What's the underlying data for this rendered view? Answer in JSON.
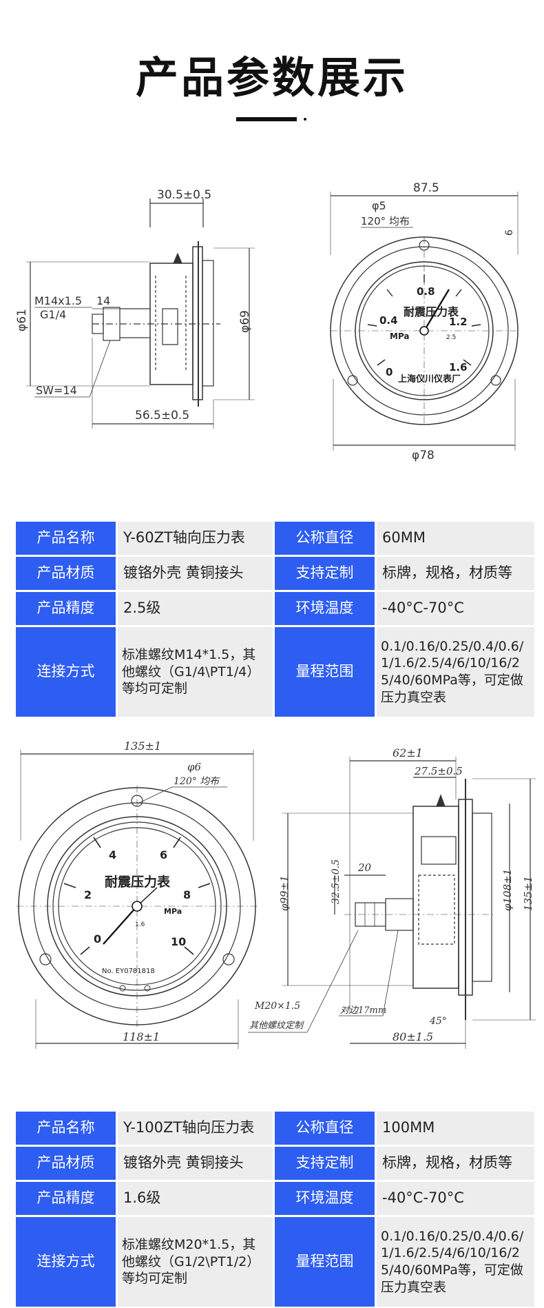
{
  "page": {
    "title": "产品参数展示"
  },
  "drawing1": {
    "side": {
      "top_dim": "30.5±0.5",
      "thread": "M14x1.5",
      "thread_alt": "G1/4",
      "thread_len": "14",
      "left_dia": "φ61",
      "right_dia": "φ69",
      "wrench": "SW=14",
      "bottom_dim": "56.5±0.5"
    },
    "front": {
      "width": "87.5",
      "hole": "φ5",
      "holes_note": "120° 均布",
      "offset": "6",
      "bottom_dia": "φ78",
      "dial_title": "耐震压力表",
      "unit": "MPa",
      "maker": "上海仪川仪表厂",
      "scale": [
        "0",
        "0.4",
        "0.8",
        "1.2",
        "1.6"
      ],
      "accuracy_mark": "2.5"
    }
  },
  "spec1": {
    "rows": [
      {
        "k1": "产品名称",
        "v1": "Y-60ZT轴向压力表",
        "k2": "公称直径",
        "v2": "60MM"
      },
      {
        "k1": "产品材质",
        "v1": "镀铬外壳 黄铜接头",
        "k2": "支持定制",
        "v2": "标牌，规格，材质等"
      },
      {
        "k1": "产品精度",
        "v1": "2.5级",
        "k2": "环境温度",
        "v2": "-40°C-70°C"
      },
      {
        "k1": "连接方式",
        "v1": "标准螺纹M14*1.5，其他螺纹（G1/4\\PT1/4）等均可定制",
        "k2": "量程范围",
        "v2": "0.1/0.16/0.25/0.4/0.6/1/1.6/2.5/4/6/10/16/25/40/60MPa等，可定做压力真空表"
      }
    ]
  },
  "drawing2": {
    "front": {
      "top_dim": "135±1",
      "hole": "φ6",
      "holes_note": "120° 均布",
      "bottom_dim": "118±1",
      "dial_title": "耐震压力表",
      "unit": "MPa",
      "serial": "No.  EY0781818",
      "scale": [
        "0",
        "2",
        "4",
        "6",
        "8",
        "10"
      ],
      "accuracy_mark": "1.6"
    },
    "side": {
      "top_dim": "62±1",
      "depth": "27.5±0.5",
      "left_dia": "φ99±1",
      "center": "32.5±0.5",
      "stem": "20",
      "thread": "M20×1.5",
      "thread_alt": "其他螺纹定制",
      "wrench": "对边17mm",
      "inner_dia": "φ108±1",
      "outer_dia": "135±1",
      "angle": "45°",
      "bottom_dim": "80±1.5"
    }
  },
  "spec2": {
    "rows": [
      {
        "k1": "产品名称",
        "v1": "Y-100ZT轴向压力表",
        "k2": "公称直径",
        "v2": "100MM"
      },
      {
        "k1": "产品材质",
        "v1": "镀铬外壳 黄铜接头",
        "k2": "支持定制",
        "v2": "标牌，规格，材质等"
      },
      {
        "k1": "产品精度",
        "v1": "1.6级",
        "k2": "环境温度",
        "v2": "-40°C-70°C"
      },
      {
        "k1": "连接方式",
        "v1": "标准螺纹M20*1.5，其他螺纹（G1/2\\PT1/2）等均可定制",
        "k2": "量程范围",
        "v2": "0.1/0.16/0.25/0.4/0.6/1/1.6/2.5/4/6/10/16/25/40/60MPa等，可定做压力真空表"
      }
    ]
  },
  "colors": {
    "accent": "#2e5df2",
    "cell": "#ededed"
  }
}
